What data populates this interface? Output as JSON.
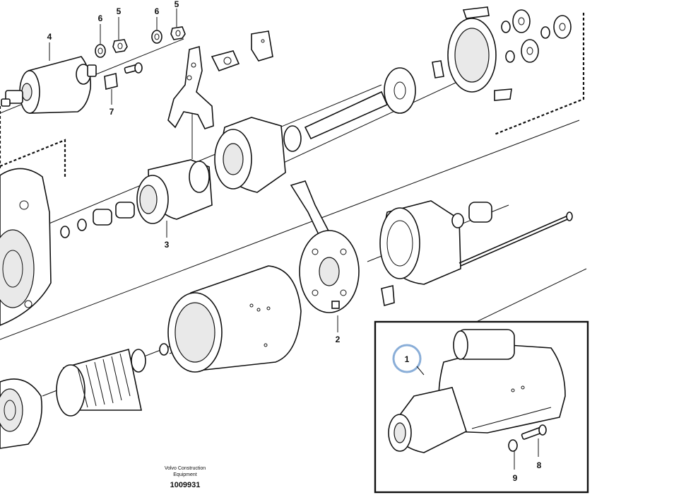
{
  "callouts": {
    "c1": "1",
    "c2": "2",
    "c3": "3",
    "c4": "4",
    "c5a": "5",
    "c5b": "5",
    "c6a": "6",
    "c6b": "6",
    "c7": "7",
    "c8": "8",
    "c9": "9"
  },
  "caption": {
    "company": "Volvo Construction",
    "company_line2": "Equipment",
    "drawing_number": "1009931"
  },
  "colors": {
    "line": "#111111",
    "highlight_circle": "#8aaed8"
  }
}
